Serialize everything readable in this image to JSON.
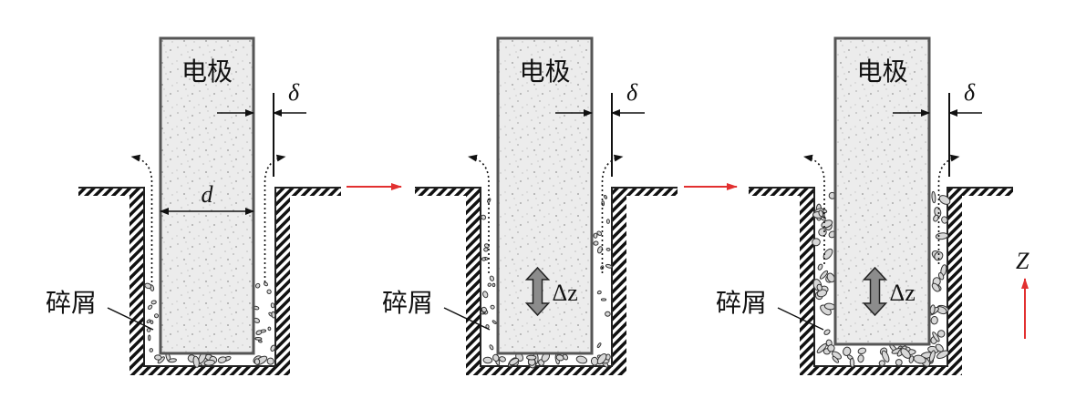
{
  "electrode_label": "电极",
  "gap_symbol": "δ",
  "diameter_symbol": "d",
  "debris_label": "碎屑",
  "delta_z_label": "Δz",
  "z_axis_label": "Z",
  "stages": [
    {
      "name": "stage-1"
    },
    {
      "name": "stage-2"
    },
    {
      "name": "stage-3"
    }
  ],
  "colors": {
    "arrow_red": "#e23030",
    "outline": "#222222",
    "electrode_fill": "#ececec",
    "delta_z_arrow": "#8c8c8c"
  }
}
